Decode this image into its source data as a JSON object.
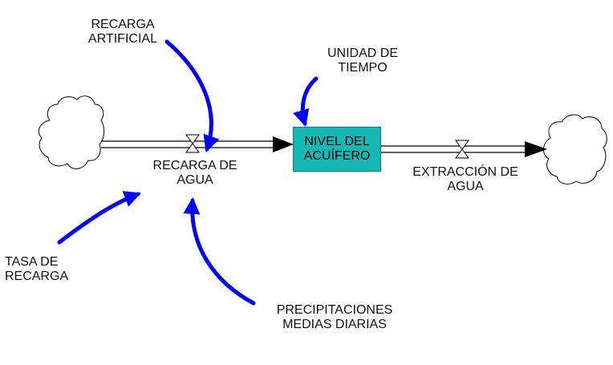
{
  "colors": {
    "stock_fill": "#14b8b4",
    "link_arrow": "#0000ff",
    "flow_line": "#000000",
    "text": "#111111",
    "background": "#ffffff"
  },
  "stock": {
    "line1": "NIVEL DEL",
    "line2": "ACUÍFERO"
  },
  "flows": {
    "inflow": {
      "line1": "RECARGA DE",
      "line2": "AGUA"
    },
    "outflow": {
      "line1": "EXTRACCIÓN DE",
      "line2": "AGUA"
    }
  },
  "auxiliaries": {
    "recarga_artificial": {
      "line1": "RECARGA",
      "line2": "ARTIFICIAL"
    },
    "unidad_tiempo": {
      "line1": "UNIDAD DE",
      "line2": "TIEMPO"
    },
    "tasa_recarga": {
      "line1": "TASA DE",
      "line2": "RECARGA"
    },
    "precipitaciones": {
      "line1": "PRECIPITACIONES",
      "line2": "MEDIAS DIARIAS"
    }
  },
  "icons": {
    "source": "cloud-icon",
    "sink": "cloud-icon",
    "valve": "valve-icon"
  }
}
